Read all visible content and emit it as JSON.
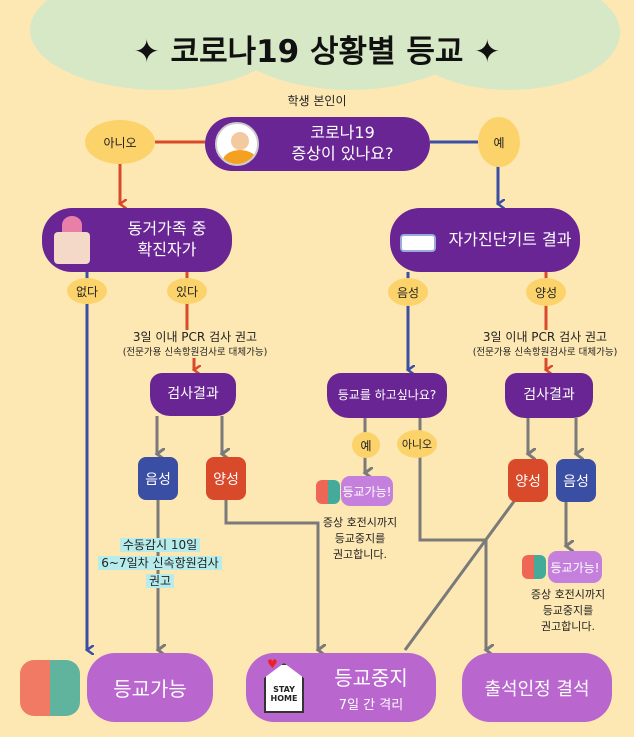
{
  "title": "코로나19 상황별 등교",
  "title_star": "✦",
  "top_label": "학생 본인이",
  "q_symptom": [
    "코로나19",
    "증상이 있나요?"
  ],
  "no": "아니오",
  "yes": "예",
  "q_family": [
    "동거가족 중",
    "확진자가"
  ],
  "q_kit": "자가진단키트 결과",
  "none": "없다",
  "exists": "있다",
  "negative": "음성",
  "positive": "양성",
  "pcr": "3일 이내 PCR 검사 권고",
  "pcr_sub": "(전문가용 신속항원검사로 대체가능)",
  "result": "검사결과",
  "q_school": "등교를 하고싶나요?",
  "ok_small": "등교가능!",
  "advice": [
    "증상 호전시까지",
    "등교중지를",
    "권고합니다."
  ],
  "monitor": [
    "수동감시 10일",
    "6~7일차 신속항원검사",
    "권고"
  ],
  "final": {
    "go": "등교가능",
    "stop": "등교중지",
    "stop_sub": "7일 간 격리",
    "absence": "출석인정 결석",
    "stay_home": [
      "STAY",
      "HOME"
    ]
  },
  "colors": {
    "purple": "#6a2594",
    "red": "#d94a2a",
    "blue": "#3a4ea3",
    "gray": "#7a7a7a",
    "light_purple": "#b966cf"
  }
}
